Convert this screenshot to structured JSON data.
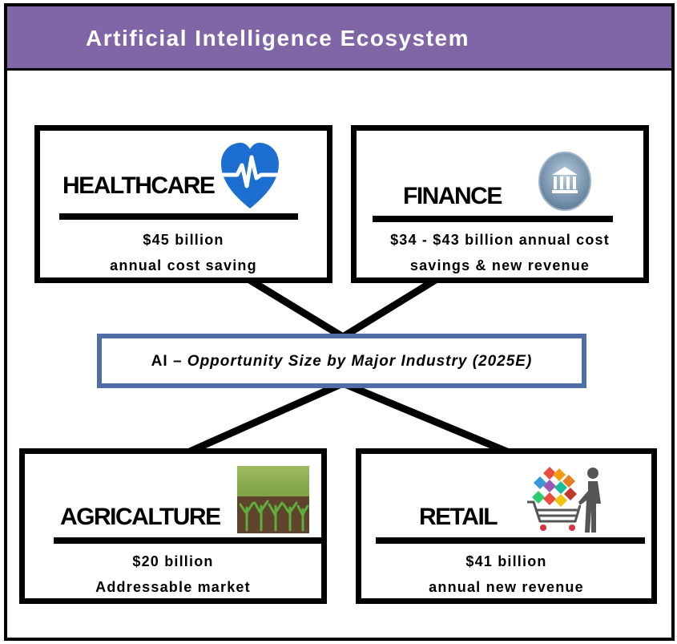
{
  "title": "Artificial Intelligence Ecosystem",
  "center": {
    "prefix": "AI – ",
    "label": "Opportunity Size by Major Industry (2025E)"
  },
  "industries": [
    {
      "name": "HEALTHCARE",
      "value_line1": "$45 billion",
      "value_line2": "annual cost saving",
      "icon": "heart-pulse-icon"
    },
    {
      "name": "FINANCE",
      "value_line1": "$34 - $43 billion annual cost",
      "value_line2": "savings & new revenue",
      "icon": "bank-icon"
    },
    {
      "name": "AGRICALTURE",
      "value_line1": "$20 billion",
      "value_line2": "Addressable market",
      "icon": "crop-field-icon"
    },
    {
      "name": "RETAIL",
      "value_line1": "$41 billion",
      "value_line2": "annual new revenue",
      "icon": "shopping-cart-icon"
    }
  ],
  "colors": {
    "header": "#8066a6",
    "center_border": "#4f6ea6",
    "heart": "#1c6fd0",
    "bank": "#7d9cb8"
  }
}
